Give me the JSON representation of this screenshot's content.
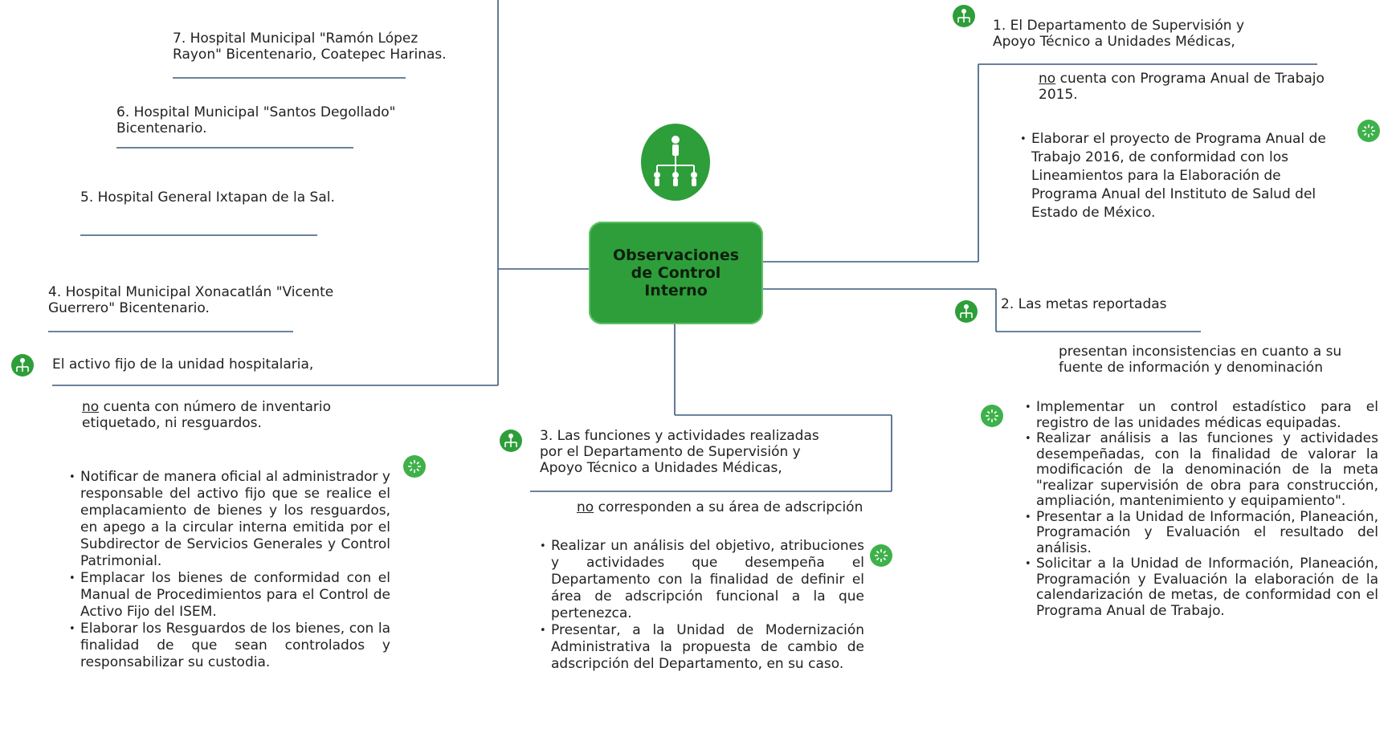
{
  "center": {
    "title_line1": "Observaciones",
    "title_line2": "de Control",
    "title_line3": "Interno"
  },
  "left": {
    "hospital7_line1": "7. Hospital Municipal \"Ramón López",
    "hospital7_line2": "Rayon\" Bicentenario, Coatepec Harinas.",
    "hospital6_line1": "6. Hospital Municipal \"Santos Degollado\"",
    "hospital6_line2": "Bicentenario.",
    "hospital5": "5. Hospital General Ixtapan de la Sal.",
    "hospital4_line1": "4. Hospital Municipal Xonacatlán \"Vicente",
    "hospital4_line2": "Guerrero\" Bicentenario.",
    "observation": "El activo fijo de la unidad hospitalaria,",
    "finding_no": "no",
    "finding_rest": " cuenta con número de inventario",
    "finding_line2": "etiquetado, ni resguardos.",
    "recommendations": [
      "Notificar de manera oficial al administrador y responsable del activo fijo que se realice el emplacamiento de bienes y los resguardos, en apego a la circular interna emitida por el Subdirector de Servicios Generales y Control Patrimonial.",
      "Emplacar los bienes de conformidad con el Manual de Procedimientos para el Control de Activo Fijo del ISEM.",
      "Elaborar los Resguardos de los bienes, con la finalidad de que sean controlados y responsabilizar su custodia."
    ]
  },
  "middle": {
    "observation_line1": "3. Las funciones y actividades realizadas",
    "observation_line2": "por el Departamento de Supervisión y",
    "observation_line3": "Apoyo Técnico a Unidades Médicas,",
    "finding_no": "no",
    "finding_rest": " corresponden a su área de adscripción",
    "recommendations": [
      "Realizar un análisis del objetivo, atribuciones y actividades que desempeña el Departamento con la finalidad de definir el área de adscripción funcional a la que pertenezca.",
      "Presentar, a la Unidad de Modernización Administrativa la propuesta de cambio de adscripción del Departamento, en su caso."
    ]
  },
  "right_top": {
    "observation_line1": "1. El Departamento de Supervisión y",
    "observation_line2": "Apoyo Técnico a Unidades Médicas,",
    "finding_no": "no",
    "finding_rest": " cuenta con Programa Anual de Trabajo",
    "finding_line2": "2015.",
    "recommendations": [
      "Elaborar el proyecto de Programa Anual de Trabajo 2016, de conformidad con los Lineamientos para la Elaboración de Programa Anual del Instituto de Salud del Estado de México."
    ]
  },
  "right_bottom": {
    "observation": "2. Las metas reportadas",
    "finding_line1": "presentan inconsistencias en cuanto a su",
    "finding_line2": "fuente de información y denominación",
    "recommendations": [
      "Implementar un control estadístico para el registro de las unidades médicas equipadas.",
      "Realizar análisis a las funciones y actividades desempeñadas, con la finalidad de valorar la modificación de la denominación de la meta \"realizar supervisión de obra para construcción, ampliación, mantenimiento y equipamiento\".",
      "Presentar a la Unidad de Información, Planeación, Programación y Evaluación el resultado del análisis.",
      "Solicitar a la Unidad de Información, Planeación, Programación y Evaluación la elaboración de la calendarización de metas, de conformidad con el Programa Anual de Trabajo."
    ]
  },
  "colors": {
    "accent_green": "#2e9e3a",
    "line_color": "#3a5a7a"
  }
}
